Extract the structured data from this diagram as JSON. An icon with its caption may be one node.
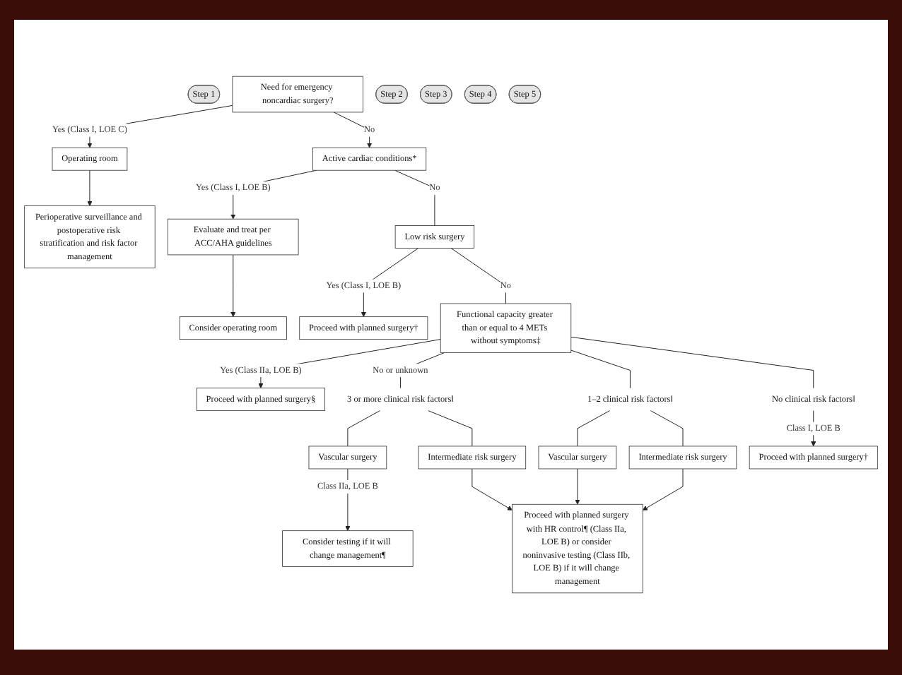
{
  "diagram": {
    "nodes": [
      {
        "text": [
          "Step 1"
        ]
      },
      {
        "text": [
          "Need for emergency noncardiac surgery?"
        ]
      },
      {
        "text": [
          "Operating room"
        ]
      },
      {
        "text": [
          "Perioperative surveillance and postoperative risk stratification and risk factor management"
        ]
      },
      {
        "text": [
          "Step 2"
        ]
      },
      {
        "text": [
          "Active cardiac conditions*"
        ]
      },
      {
        "text": [
          "Evaluate and treat per ACC/AHA guidelines"
        ]
      },
      {
        "text": [
          "Consider operating room"
        ]
      },
      {
        "text": [
          "Step 3"
        ]
      },
      {
        "text": [
          "Low risk surgery"
        ]
      },
      {
        "text": [
          "Proceed with planned surgery†"
        ]
      },
      {
        "text": [
          "Step 4"
        ]
      },
      {
        "text": [
          "Functional capacity greater than or equal to 4 METs without symptoms‡"
        ]
      },
      {
        "text": [
          "Proceed with planned surgery§"
        ]
      },
      {
        "text": [
          "Step 5"
        ]
      },
      {
        "text": [
          "3 or more clinical risk factors‖"
        ]
      },
      {
        "text": [
          "1–2 clinical risk factors‖"
        ]
      },
      {
        "text": [
          "No clinical risk factors‖"
        ]
      },
      {
        "text": [
          "Vascular surgery"
        ]
      },
      {
        "text": [
          "Intermediate risk surgery"
        ]
      },
      {
        "text": [
          "Vascular surgery"
        ]
      },
      {
        "text": [
          "Intermediate risk surgery"
        ]
      },
      {
        "text": [
          "Consider testing if it will change management¶"
        ]
      },
      {
        "text": [
          "Proceed with planned surgery with HR control¶ (Class IIa, LOE B) or consider noninvasive testing (Class IIb, LOE B) if it will change management"
        ]
      },
      {
        "text": [
          "Proceed with planned surgery†"
        ]
      }
    ],
    "edges": [
      {
        "from": 1,
        "to": 2,
        "arrow": "to",
        "label": "Yes (Class I, LOE C)"
      },
      {
        "from": 2,
        "to": 3,
        "arrow": "to"
      },
      {
        "from": 1,
        "to": 5,
        "arrow": "to",
        "label": "No"
      },
      {
        "from": 5,
        "to": 6,
        "arrow": "to",
        "label": "Yes (Class I, LOE B)"
      },
      {
        "from": 6,
        "to": 7,
        "arrow": "to"
      },
      {
        "from": 5,
        "to": 9,
        "arrow": "none",
        "label": "No"
      },
      {
        "from": 9,
        "to": 10,
        "arrow": "to",
        "label": "Yes (Class I, LOE B)"
      },
      {
        "from": 9,
        "to": 12,
        "arrow": "none",
        "label": "No"
      },
      {
        "from": 12,
        "to": 13,
        "arrow": "to",
        "label": "Yes (Class IIa, LOE B)"
      },
      {
        "from": 12,
        "to": 15,
        "arrow": "none",
        "label": "No or unknown"
      },
      {
        "from": 12,
        "to": 16,
        "arrow": "none"
      },
      {
        "from": 12,
        "to": 17,
        "arrow": "none"
      },
      {
        "from": 15,
        "to": 18,
        "arrow": "none"
      },
      {
        "from": 15,
        "to": 19,
        "arrow": "none"
      },
      {
        "from": 18,
        "to": 22,
        "arrow": "to",
        "label": "Class IIa, LOE B"
      },
      {
        "from": 19,
        "to": 23,
        "arrow": "to"
      },
      {
        "from": 16,
        "to": 20,
        "arrow": "none"
      },
      {
        "from": 16,
        "to": 21,
        "arrow": "none"
      },
      {
        "from": 20,
        "to": 23,
        "arrow": "to"
      },
      {
        "from": 21,
        "to": 23,
        "arrow": "to"
      },
      {
        "from": 17,
        "to": 24,
        "arrow": "to",
        "label": "Class I, LOE B"
      }
    ]
  }
}
